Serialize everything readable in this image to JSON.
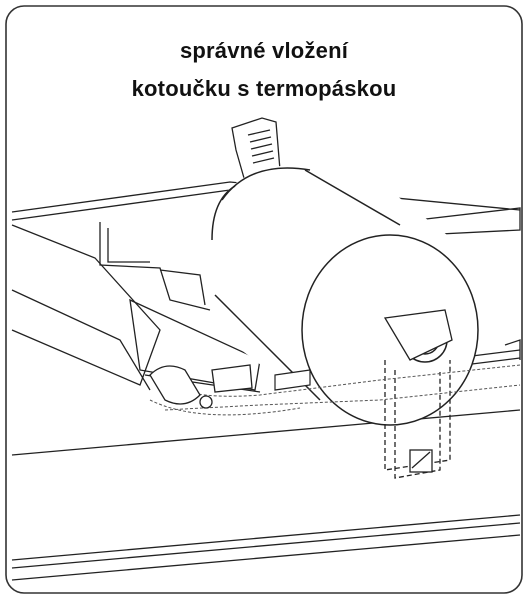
{
  "caption": {
    "line1": "správné vložení",
    "line2": "kotoučku s termopáskou"
  },
  "colors": {
    "ink": "#222222",
    "paper": "#ffffff",
    "frame": "#333333"
  },
  "icons": {
    "paper_roll": "paper-roll-icon",
    "printer_mechanism": "thermal-printer-mechanism"
  }
}
